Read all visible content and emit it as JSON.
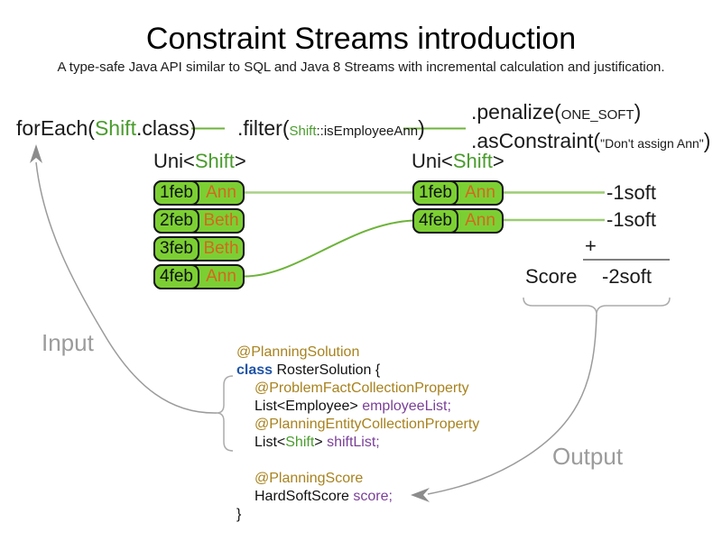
{
  "title": "Constraint Streams introduction",
  "subtitle": "A type-safe Java API similar to SQL and Java 8 Streams with incremental calculation and justification.",
  "pipeline": {
    "foreach": {
      "pre": "forEach(",
      "type": "Shift",
      "post": ".class)"
    },
    "filter": {
      "pre": ".filter(",
      "type": "Shift",
      "method": "::isEmployeeAnn",
      "post": ")"
    },
    "penalize": {
      "pre": ".penalize(",
      "arg": "ONE_SOFT",
      "post": ")"
    },
    "as_constraint": {
      "pre": ".asConstraint(",
      "arg": "\"Don't assign Ann\"",
      "post": ")"
    }
  },
  "streams": {
    "left": {
      "label_pre": "Uni<",
      "label_type": "Shift",
      "label_post": ">",
      "rows": [
        {
          "date": "1feb",
          "name": "Ann"
        },
        {
          "date": "2feb",
          "name": "Beth"
        },
        {
          "date": "3feb",
          "name": "Beth"
        },
        {
          "date": "4feb",
          "name": "Ann"
        }
      ]
    },
    "right": {
      "label_pre": "Uni<",
      "label_type": "Shift",
      "label_post": ">",
      "rows": [
        {
          "date": "1feb",
          "name": "Ann"
        },
        {
          "date": "4feb",
          "name": "Ann"
        }
      ]
    }
  },
  "penalties": {
    "first": "-1soft",
    "second": "-1soft"
  },
  "score": {
    "plus": "+",
    "label": "Score",
    "value": "-2soft"
  },
  "labels": {
    "input": "Input",
    "output": "Output"
  },
  "code": {
    "annotation_solution": "@PlanningSolution",
    "keyword_class": "class",
    "class_rest": " RosterSolution {",
    "annotation_problem_fact": "@ProblemFactCollectionProperty",
    "employee_decl_type": "List<Employee> ",
    "employee_field": "employeeList;",
    "annotation_planning_entity": "@PlanningEntityCollectionProperty",
    "shift_decl_pre": "List<",
    "shift_decl_type": "Shift",
    "shift_decl_post": "> ",
    "shift_field": "shiftList;",
    "annotation_score": "@PlanningScore",
    "score_decl_type": "HardSoftScore ",
    "score_field": "score;",
    "brace_close": "}"
  },
  "colors": {
    "box_green": "#7ccf33",
    "type_green": "#4a9c2d",
    "name_orange": "#d2691e",
    "annotation_gold": "#a8821e",
    "keyword_blue": "#1f54a6",
    "field_purple": "#7a3f98",
    "connector_light_green": "#a9d186",
    "connector_green": "#6db33a",
    "arrow_gray": "#9b9b9b"
  }
}
